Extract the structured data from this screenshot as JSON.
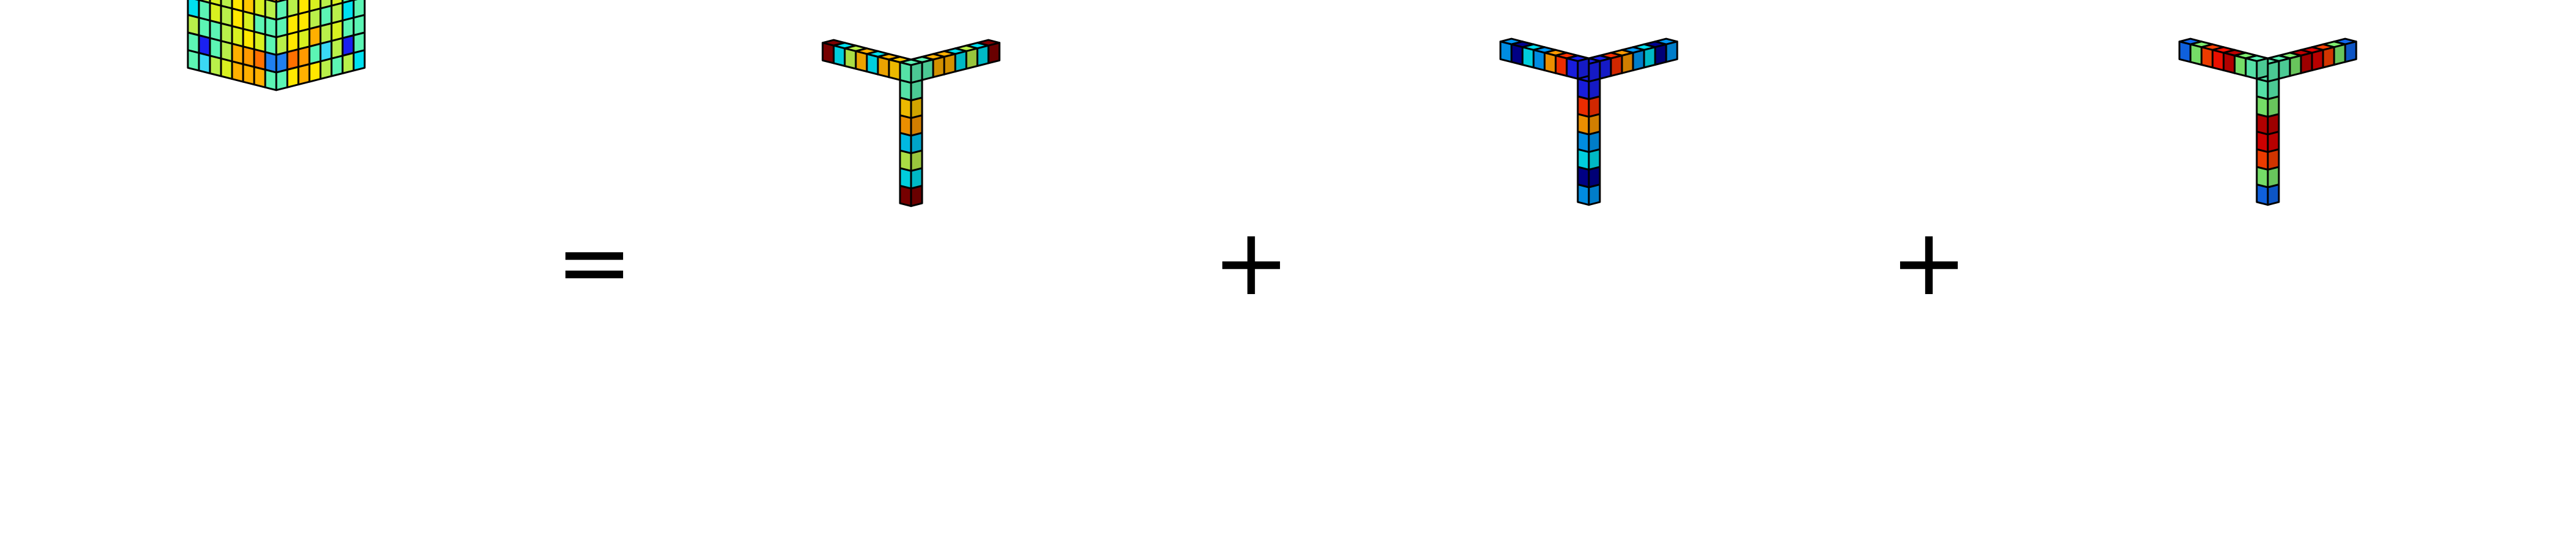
{
  "operators": {
    "equals": "=",
    "plus_1": "+",
    "plus_2": "+"
  },
  "diagram": {
    "description_type": "tensor decomposition: cube equals sum of three rank-one factor triads",
    "grid_size": 8,
    "palette": {
      "line": "#000000",
      "background": "#ffffff"
    },
    "cube": {
      "top": [
        [
          "#5cf5b4",
          "#b9f04a",
          "#5cf5b4",
          "#3ad8f5",
          "#1a20f0",
          "#b9f04a",
          "#d8f020",
          "#5cf5b4"
        ],
        [
          "#5cf5b4",
          "#ffb000",
          "#b9f04a",
          "#ffe800",
          "#3ad8f5",
          "#d8f020",
          "#ffe800",
          "#b9f04a"
        ],
        [
          "#b9f04a",
          "#ff9a00",
          "#5cf5b4",
          "#ffe800",
          "#b9f04a",
          "#ff9a00",
          "#5cf5b4",
          "#ffc800"
        ],
        [
          "#3ad8f5",
          "#ffe800",
          "#b9f04a",
          "#ffb000",
          "#ffe800",
          "#3ad8f5",
          "#ffb000",
          "#d8f020"
        ],
        [
          "#ffc800",
          "#b9f04a",
          "#ff9a00",
          "#ffe800",
          "#5cf5b4",
          "#ffe800",
          "#ff9a00",
          "#b9f04a"
        ],
        [
          "#5cf5b4",
          "#3ad8f5",
          "#ffe800",
          "#ffc800",
          "#ff9a00",
          "#b9f04a",
          "#ffe800",
          "#5cf5b4"
        ],
        [
          "#b9f04a",
          "#ffb000",
          "#5cf5b4",
          "#ffe800",
          "#b9f04a",
          "#ffc800",
          "#3ad8f5",
          "#b9f04a"
        ],
        [
          "#5cf5b4",
          "#b9f04a",
          "#ffc800",
          "#b9f04a",
          "#5cf5b4",
          "#3ad8f5",
          "#b9f04a",
          "#5cf5b4"
        ]
      ],
      "left": [
        [
          "#5cf5b4",
          "#2080f0",
          "#5cf5b4",
          "#b9f04a",
          "#ffb000",
          "#ffb000",
          "#3ad8f5",
          "#00e0f0"
        ],
        [
          "#ffb000",
          "#ff7000",
          "#ffb000",
          "#ffe800",
          "#ffb000",
          "#ff9a00",
          "#ffb000",
          "#ffb000"
        ],
        [
          "#ffb000",
          "#ff9a00",
          "#ffe800",
          "#ffe800",
          "#d8f020",
          "#ffb000",
          "#ffb000",
          "#ff9a00"
        ],
        [
          "#b9f04a",
          "#b9f04a",
          "#d8f020",
          "#b9f04a",
          "#ffe800",
          "#ffc800",
          "#d8f020",
          "#b9f04a"
        ],
        [
          "#00e0f0",
          "#5cf5b4",
          "#d8f020",
          "#b9f04a",
          "#ffe800",
          "#d8f020",
          "#5cf5b4",
          "#5cf5b4"
        ],
        [
          "#b9f04a",
          "#5cf5b4",
          "#5cf5b4",
          "#b9f04a",
          "#d8f020",
          "#ffe800",
          "#d8f020",
          "#5cf5b4"
        ],
        [
          "#5cf5b4",
          "#1a20f0",
          "#5cf5b4",
          "#b9f04a",
          "#ffb000",
          "#ff9a00",
          "#ff7000",
          "#2080f0"
        ],
        [
          "#5cf5b4",
          "#3ad8f5",
          "#b9f04a",
          "#d8f020",
          "#ffb000",
          "#ffb000",
          "#ffb000",
          "#5cf5b4"
        ]
      ],
      "right": [
        [
          "#00e0f0",
          "#ffb000",
          "#b9f04a",
          "#d8f020",
          "#b9f04a",
          "#2080f0",
          "#5cf5b4",
          "#5cf5b4"
        ],
        [
          "#ff9a00",
          "#b9f04a",
          "#ffc800",
          "#ffb000",
          "#ffe800",
          "#ff9a00",
          "#ffb000",
          "#ffc800"
        ],
        [
          "#ffb000",
          "#b9f04a",
          "#ffe800",
          "#b9f04a",
          "#ffe800",
          "#ffb000",
          "#b9f04a",
          "#ffb000"
        ],
        [
          "#5cf5b4",
          "#b9f04a",
          "#ffe800",
          "#d8f020",
          "#b9f04a",
          "#d8f020",
          "#5cf5b4",
          "#b9f04a"
        ],
        [
          "#5cf5b4",
          "#ffe800",
          "#ffe800",
          "#b9f04a",
          "#5cf5b4",
          "#b9f04a",
          "#00e0f0",
          "#5cf5b4"
        ],
        [
          "#b9f04a",
          "#ffe800",
          "#d8f020",
          "#ffb000",
          "#b9f04a",
          "#d8f020",
          "#5cf5b4",
          "#5cf5b4"
        ],
        [
          "#2080f0",
          "#ff7000",
          "#ff9a00",
          "#5cf5b4",
          "#3ad8f5",
          "#b9f04a",
          "#1a20f0",
          "#5cf5b4"
        ],
        [
          "#5cf5b4",
          "#ffe800",
          "#ffb000",
          "#ffe800",
          "#b9f04a",
          "#5cf5b4",
          "#b9f04a",
          "#00e0f0"
        ]
      ]
    },
    "triads": [
      {
        "name": "factor-1",
        "left_arm": [
          "#800000",
          "#00e0f0",
          "#b9f04a",
          "#00e0f0",
          "#ffb000",
          "#ffb000",
          "#5cf5b4",
          "#5cf5b4"
        ],
        "right_arm": [
          "#5cf5b4",
          "#ffc800",
          "#ffb000",
          "#00e0f0",
          "#ffb000",
          "#b9f04a",
          "#00e0f0",
          "#800000"
        ],
        "down_arm": [
          "#5cf5b4",
          "#ffc800",
          "#ff9a00",
          "#00c8f5",
          "#b9f04a",
          "#00e0f0",
          "#800000"
        ]
      },
      {
        "name": "factor-2",
        "left_arm": [
          "#0098f5",
          "#000090",
          "#00e0f0",
          "#0098f5",
          "#ff9a00",
          "#ff3000",
          "#1a20f0",
          "#1a20f0"
        ],
        "right_arm": [
          "#1a20f0",
          "#ff3000",
          "#ff9a00",
          "#0098f5",
          "#00e0f0",
          "#000090",
          "#0098f5"
        ],
        "down_arm": [
          "#1a20f0",
          "#ff3000",
          "#ff9a00",
          "#0098f5",
          "#00e0f0",
          "#000090",
          "#0098f5"
        ]
      },
      {
        "name": "factor-3",
        "left_arm": [
          "#1068f0",
          "#7ff070",
          "#ff4000",
          "#e00000",
          "#c00000",
          "#7ff070",
          "#5cf5b4",
          "#5cf5b4"
        ],
        "right_arm": [
          "#5cf5b4",
          "#7ff070",
          "#c00000",
          "#ff1000",
          "#ff4000",
          "#7ff070",
          "#1068f0"
        ],
        "down_arm": [
          "#5cf5b4",
          "#7ff070",
          "#c00000",
          "#e00000",
          "#ff4000",
          "#7ff070",
          "#1068f0"
        ]
      }
    ]
  }
}
